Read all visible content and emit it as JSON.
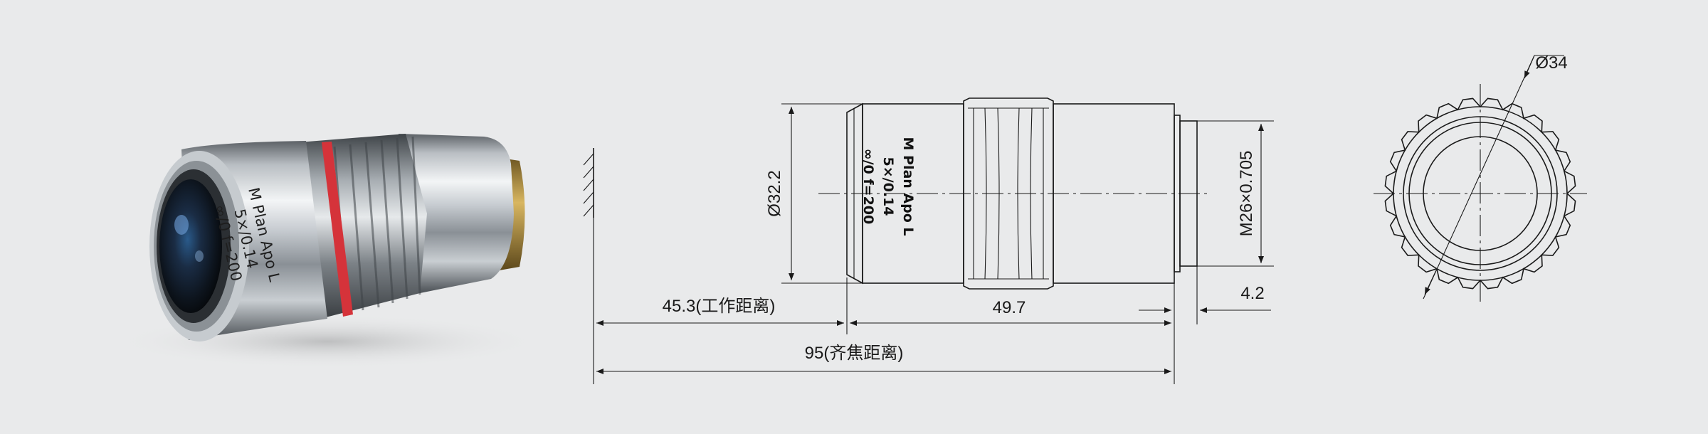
{
  "photo": {
    "engraving": [
      "M Plan Apo L",
      "5×/0.14",
      "∞/0 f=200"
    ]
  },
  "side_view": {
    "engraving": [
      "M Plan Apo L",
      "5×/0.14",
      "∞/0 f=200"
    ]
  },
  "dimensions": {
    "body_diameter": "Ø32.2",
    "thread": "M26×0.705",
    "working_distance": "45.3(工作距离)",
    "body_length": "49.7",
    "thread_length": "4.2",
    "parfocal": "95(齐焦距离)",
    "outer_diameter": "Ø34"
  },
  "colors": {
    "background": "#e9eaeb",
    "line": "#1a1a1a",
    "red_ring": "#d5333a"
  }
}
